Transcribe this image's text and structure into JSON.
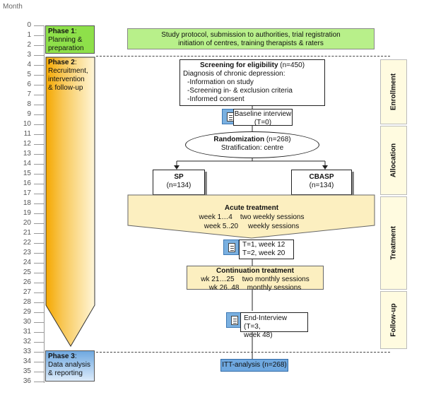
{
  "axis": {
    "label": "Month",
    "ticks": [
      "0",
      "1",
      "2",
      "3",
      "4",
      "5",
      "6",
      "7",
      "8",
      "9",
      "10",
      "11",
      "12",
      "13",
      "14",
      "15",
      "16",
      "17",
      "18",
      "19",
      "20",
      "21",
      "22",
      "23",
      "24",
      "25",
      "26",
      "27",
      "28",
      "29",
      "30",
      "31",
      "32",
      "33",
      "34",
      "35",
      "36"
    ]
  },
  "phases": {
    "p1": {
      "title": "Phase 1",
      "rest": ":",
      "line2": "Planning &",
      "line3": "preparation",
      "color": "#8ee04a"
    },
    "p2": {
      "title": "Phase 2",
      "rest": ":",
      "line2": "Recruitment,",
      "line3": "intervention",
      "line4": "& follow-up",
      "color": "#f5b21e"
    },
    "p3": {
      "title": "Phase 3",
      "rest": ":",
      "line2": "Data analysis",
      "line3": "& reporting",
      "color": "#6fa8e0"
    }
  },
  "protocol": {
    "line1": "Study protocol, submission to authorities, trial registration",
    "line2": "initiation of centres, training therapists & raters",
    "color": "#b8f08a"
  },
  "screening": {
    "title": "Screening for eligibility",
    "count": " (n=450)",
    "line1": "Diagnosis of chronic depression:",
    "bullet1": "-Information on study",
    "bullet2": "-Screening in- & exclusion criteria",
    "bullet3": "-Informed consent"
  },
  "baseline": {
    "line1": "Baseline interview",
    "line2": "(T=0)"
  },
  "randomization": {
    "title": "Randomization",
    "count": " (n=268)",
    "line2": "Stratification: centre"
  },
  "arms": {
    "sp": {
      "title": "SP",
      "count": "(n=134)"
    },
    "cbasp": {
      "title": "CBASP",
      "count": "(n=134)"
    }
  },
  "acute": {
    "title": "Acute treatment",
    "line1": "week 1…4    two weekly sessions",
    "line2": "week 5..20     weekly sessions",
    "color": "#fcefc0"
  },
  "interview2": {
    "line1": "T=1, week 12",
    "line2": "T=2, week 20"
  },
  "continuation": {
    "title": "Continuation treatment",
    "line1": "wk 21…25    two monthly sessions",
    "line2": "wk 26..48    monthly sessions",
    "color": "#fcefc0"
  },
  "end_interview": {
    "line1": "End-Interview (T=3,",
    "line2": "week 48)"
  },
  "itt": {
    "label": "ITT-analysis (n=268)",
    "color": "#6fa8e0"
  },
  "sidebar": {
    "enrollment": "Enrollment",
    "allocation": "Allocation",
    "treatment": "Treatment",
    "followup": "Follow-up"
  }
}
